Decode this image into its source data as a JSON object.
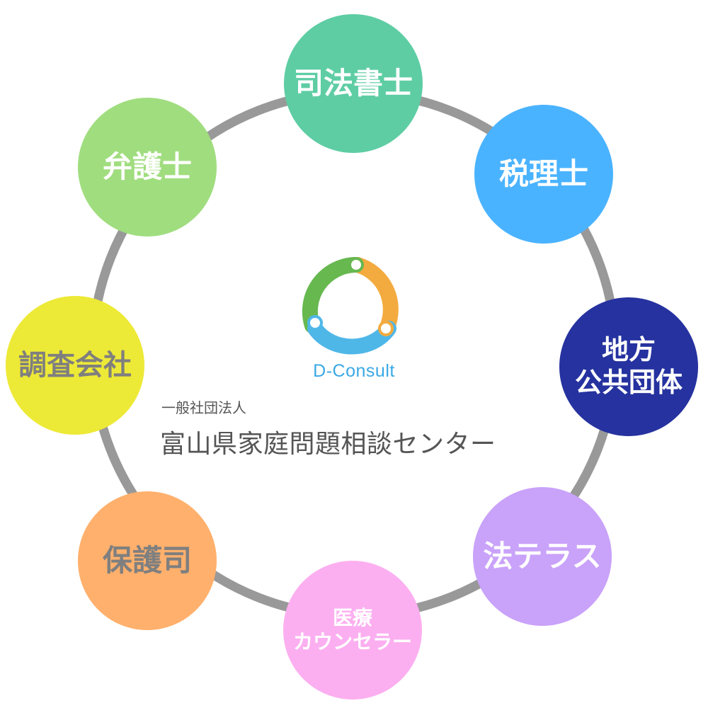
{
  "center": {
    "brand": "D-Consult",
    "org_type": "一般社団法人",
    "org_name": "富山県家庭問題相談センター"
  },
  "nodes": {
    "judicial_scrivener": "司法書士",
    "tax_accountant": "税理士",
    "lawyer": "弁護士",
    "local_gov": [
      "地方",
      "公共団体"
    ],
    "survey_company": "調査会社",
    "houterasu": "法テラス",
    "probation_officer": "保護司",
    "medical_counselor": [
      "医療",
      "カウンセラー"
    ]
  },
  "colors": {
    "ring": "#999999",
    "judicial_scrivener": "#5ecda4",
    "tax_accountant": "#4ab3ff",
    "lawyer": "#a0dd7f",
    "local_gov": "#25329f",
    "survey_company": "#ede937",
    "houterasu": "#c9a2fa",
    "probation_officer": "#ffb06c",
    "medical_counselor": "#fcaff0",
    "logo_green": "#66b84f",
    "logo_orange": "#f3ab3f",
    "logo_blue": "#4fb7e8"
  }
}
